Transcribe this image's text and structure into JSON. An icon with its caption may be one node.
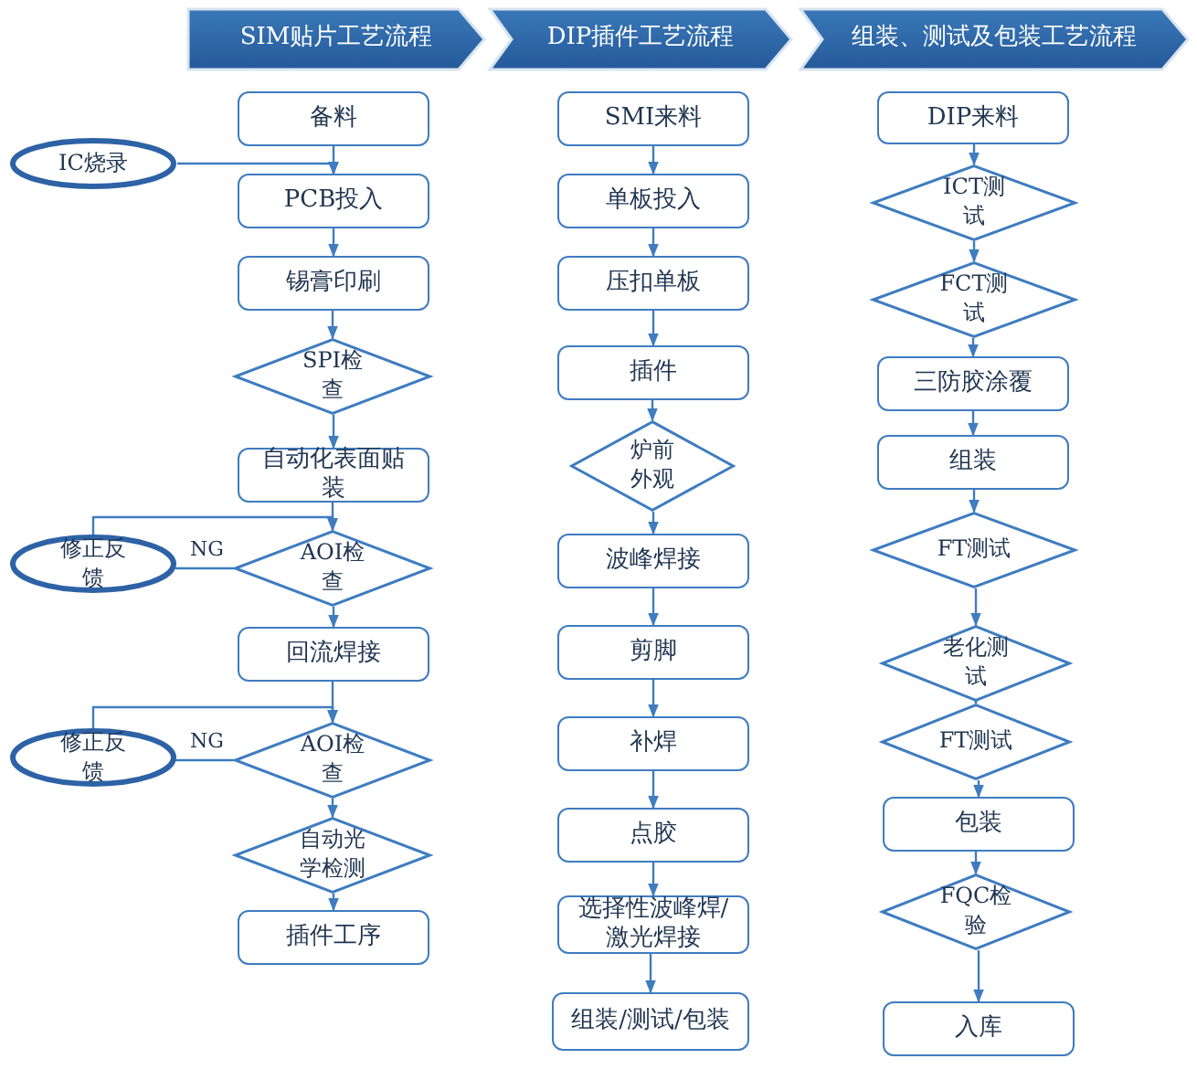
{
  "diagram": {
    "nodes": [
      {
        "text": [
          "SIM贴片工艺流程"
        ]
      },
      {
        "text": [
          "DIP插件工艺流程"
        ]
      },
      {
        "text": [
          "组装、测试及包装工艺流程"
        ]
      },
      {
        "text": [
          "备料"
        ]
      },
      {
        "text": [
          "IC烧录"
        ]
      },
      {
        "text": [
          "PCB投入"
        ]
      },
      {
        "text": [
          "锡膏印刷"
        ]
      },
      {
        "text": [
          "SPI检查"
        ]
      },
      {
        "text": [
          "自动化表面贴装"
        ]
      },
      {
        "text": [
          "修正反馈"
        ]
      },
      {
        "text": [
          "AOI检查"
        ]
      },
      {
        "text": [
          "回流焊接"
        ]
      },
      {
        "text": [
          "修正反馈"
        ]
      },
      {
        "text": [
          "AOI检查"
        ]
      },
      {
        "text": [
          "自动光学检测"
        ]
      },
      {
        "text": [
          "插件工序"
        ]
      },
      {
        "text": [
          "SMI来料"
        ]
      },
      {
        "text": [
          "单板投入"
        ]
      },
      {
        "text": [
          "压扣单板"
        ]
      },
      {
        "text": [
          "插件"
        ]
      },
      {
        "text": [
          "炉前外观"
        ]
      },
      {
        "text": [
          "波峰焊接"
        ]
      },
      {
        "text": [
          "剪脚"
        ]
      },
      {
        "text": [
          "补焊"
        ]
      },
      {
        "text": [
          "点胶"
        ]
      },
      {
        "text": [
          "选择性波峰焊/激光焊接"
        ]
      },
      {
        "text": [
          "组装/测试/包装"
        ]
      },
      {
        "text": [
          "DIP来料"
        ]
      },
      {
        "text": [
          "ICT测试"
        ]
      },
      {
        "text": [
          "FCT测试"
        ]
      },
      {
        "text": [
          "三防胶涂覆"
        ]
      },
      {
        "text": [
          "组装"
        ]
      },
      {
        "text": [
          "FT测试"
        ]
      },
      {
        "text": [
          "老化测试"
        ]
      },
      {
        "text": [
          "FT测试"
        ]
      },
      {
        "text": [
          "包装"
        ]
      },
      {
        "text": [
          "FQC检验"
        ]
      },
      {
        "text": [
          "入库"
        ]
      }
    ],
    "edges": [
      {
        "from": 3,
        "to": 5,
        "arrow": "to"
      },
      {
        "from": 4,
        "to": 5,
        "arrow": "to"
      },
      {
        "from": 5,
        "to": 6,
        "arrow": "to"
      },
      {
        "from": 6,
        "to": 7,
        "arrow": "to"
      },
      {
        "from": 7,
        "to": 8,
        "arrow": "to"
      },
      {
        "from": 8,
        "to": 10,
        "arrow": "to"
      },
      {
        "from": 10,
        "to": 9,
        "arrow": "none",
        "label": "NG"
      },
      {
        "from": 9,
        "to": 10,
        "arrow": "to"
      },
      {
        "from": 10,
        "to": 11,
        "arrow": "to"
      },
      {
        "from": 11,
        "to": 13,
        "arrow": "to"
      },
      {
        "from": 13,
        "to": 12,
        "arrow": "none",
        "label": "NG"
      },
      {
        "from": 12,
        "to": 13,
        "arrow": "to"
      },
      {
        "from": 13,
        "to": 14,
        "arrow": "to"
      },
      {
        "from": 14,
        "to": 15,
        "arrow": "to"
      },
      {
        "from": 16,
        "to": 17,
        "arrow": "to"
      },
      {
        "from": 17,
        "to": 18,
        "arrow": "to"
      },
      {
        "from": 18,
        "to": 19,
        "arrow": "to"
      },
      {
        "from": 19,
        "to": 20,
        "arrow": "to"
      },
      {
        "from": 20,
        "to": 21,
        "arrow": "to"
      },
      {
        "from": 21,
        "to": 22,
        "arrow": "to"
      },
      {
        "from": 22,
        "to": 23,
        "arrow": "to"
      },
      {
        "from": 23,
        "to": 24,
        "arrow": "to"
      },
      {
        "from": 24,
        "to": 25,
        "arrow": "to"
      },
      {
        "from": 25,
        "to": 26,
        "arrow": "to"
      },
      {
        "from": 27,
        "to": 28,
        "arrow": "to"
      },
      {
        "from": 28,
        "to": 29,
        "arrow": "to"
      },
      {
        "from": 29,
        "to": 30,
        "arrow": "to"
      },
      {
        "from": 30,
        "to": 31,
        "arrow": "to"
      },
      {
        "from": 31,
        "to": 32,
        "arrow": "to"
      },
      {
        "from": 32,
        "to": 33,
        "arrow": "to"
      },
      {
        "from": 33,
        "to": 34,
        "arrow": "to"
      },
      {
        "from": 34,
        "to": 35,
        "arrow": "to"
      },
      {
        "from": 35,
        "to": 36,
        "arrow": "to"
      },
      {
        "from": 36,
        "to": 37,
        "arrow": "to"
      }
    ]
  }
}
